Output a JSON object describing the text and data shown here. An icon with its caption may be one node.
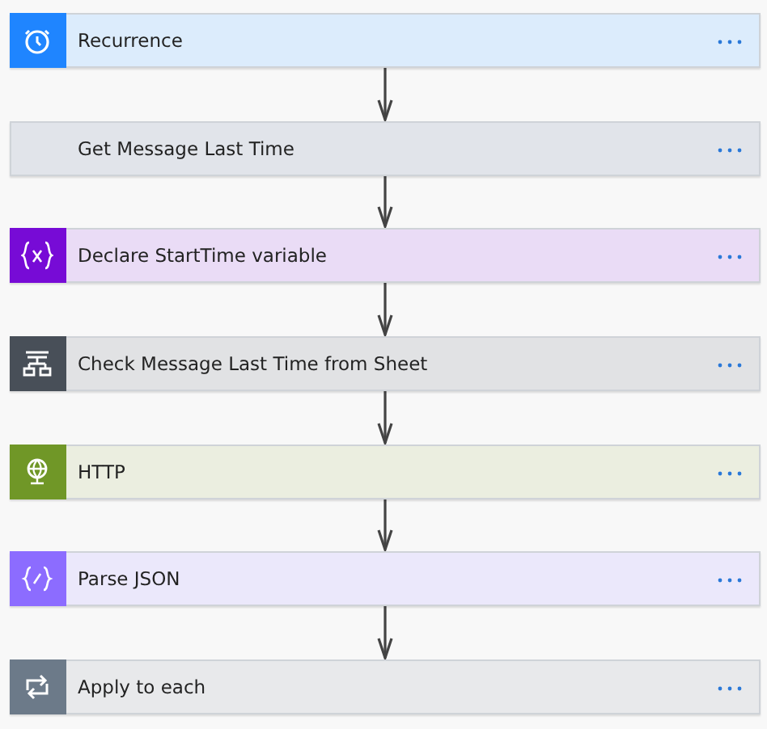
{
  "diagram": {
    "nodes": [
      {
        "text": [
          "Recurrence"
        ]
      },
      {
        "text": [
          "Get Message Last Time"
        ]
      },
      {
        "text": [
          "Declare StartTime variable"
        ]
      },
      {
        "text": [
          "Check Message Last Time from Sheet"
        ]
      },
      {
        "text": [
          "HTTP"
        ]
      },
      {
        "text": [
          "Parse JSON"
        ]
      },
      {
        "text": [
          "Apply to each"
        ]
      }
    ],
    "edges": [
      {
        "from": 0,
        "to": 1,
        "arrow": "to"
      },
      {
        "from": 1,
        "to": 2,
        "arrow": "to"
      },
      {
        "from": 2,
        "to": 3,
        "arrow": "to"
      },
      {
        "from": 3,
        "to": 4,
        "arrow": "to"
      },
      {
        "from": 4,
        "to": 5,
        "arrow": "to"
      },
      {
        "from": 5,
        "to": 6,
        "arrow": "to"
      }
    ]
  }
}
